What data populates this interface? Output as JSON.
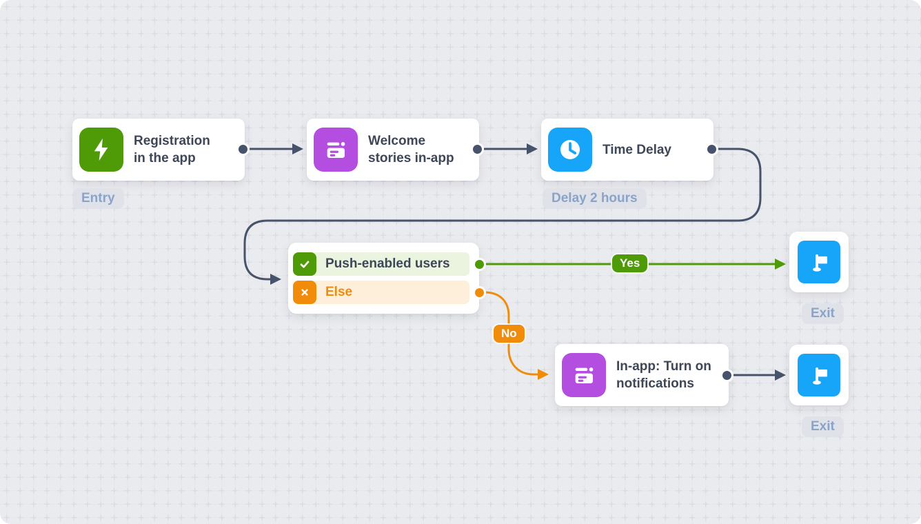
{
  "canvas": {
    "background": "#eaebee",
    "grid_line_color": "#e4e6ea",
    "grid_cross_color": "#d9dce3"
  },
  "colors": {
    "green": "#4e9b07",
    "orange": "#f08c0a",
    "blue": "#16a5f8",
    "purple": "#b44ee0",
    "slate_connector": "#46536b",
    "row_green_bg": "#eaf4de",
    "row_orange_bg": "#fdefd9",
    "tag_bg": "#dee1e8",
    "tag_text": "#8aa3c8",
    "title_text": "#3d4757"
  },
  "nodes": {
    "registration": {
      "title_line1": "Registration",
      "title_line2": "in the app",
      "icon": "lightning-icon",
      "tag": "Entry"
    },
    "welcome": {
      "title_line1": "Welcome",
      "title_line2": "stories in-app",
      "icon": "in-app-message-icon"
    },
    "time_delay": {
      "title_line1": "Time Delay",
      "icon": "clock-icon",
      "tag": "Delay 2 hours"
    },
    "condition": {
      "rows": [
        {
          "label": "Push-enabled users",
          "icon": "checkmark-icon"
        },
        {
          "label": "Else",
          "icon": "cross-icon"
        }
      ]
    },
    "inapp_notifications": {
      "title_line1": "In-app: Turn on",
      "title_line2": "notifications",
      "icon": "in-app-message-icon"
    },
    "exit_top": {
      "tag": "Exit",
      "icon": "flag-icon"
    },
    "exit_bottom": {
      "tag": "Exit",
      "icon": "flag-icon"
    }
  },
  "edges": {
    "yes_label": "Yes",
    "no_label": "No"
  }
}
